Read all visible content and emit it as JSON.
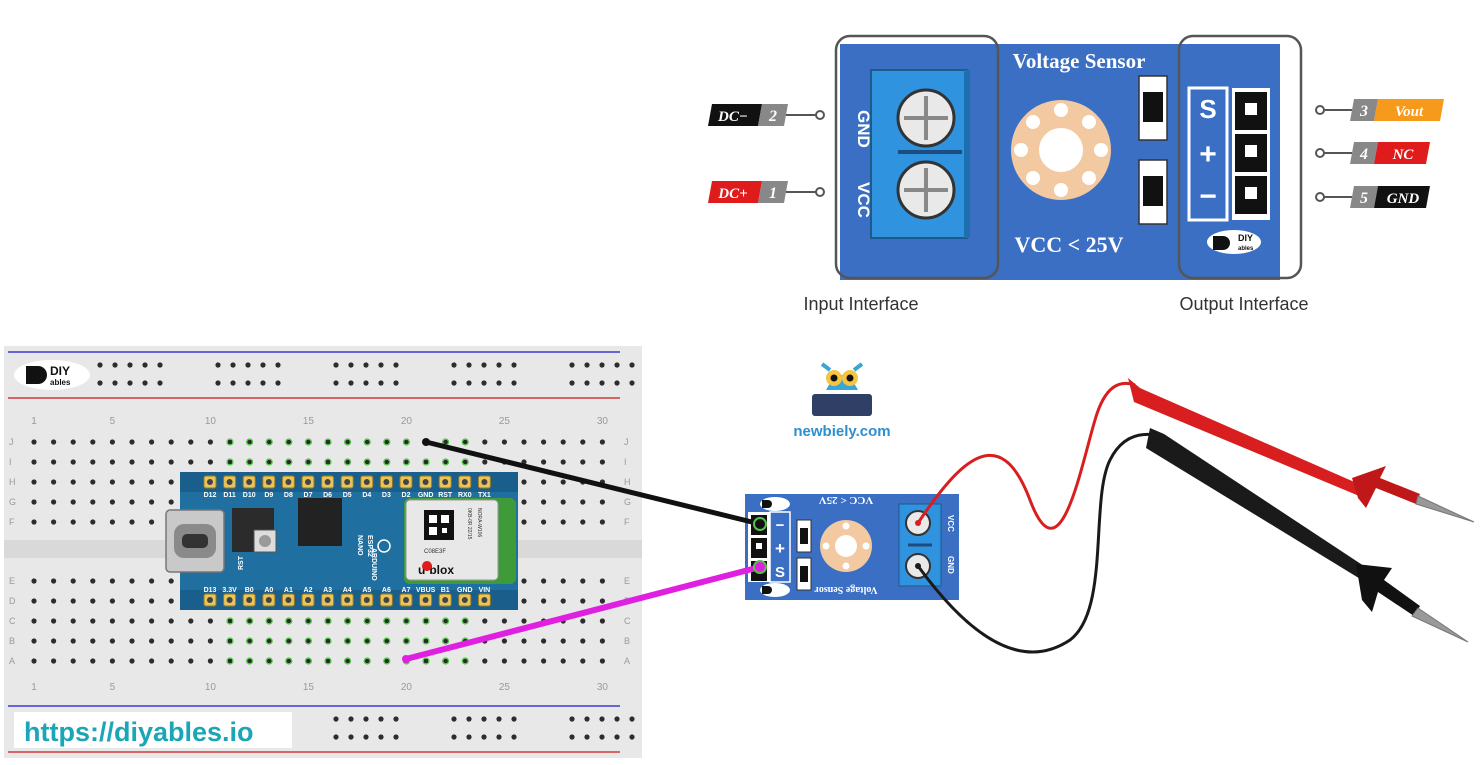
{
  "sensor_big": {
    "title": "Voltage Sensor",
    "rating": "VCC < 25V",
    "input_gnd": "GND",
    "input_vcc": "VCC",
    "out_s": "S",
    "out_plus": "+",
    "out_minus": "−",
    "logo_top": "DIY",
    "logo_bottom": "ables"
  },
  "callouts": {
    "input_interface": "Input Interface",
    "output_interface": "Output Interface"
  },
  "pins_left": [
    {
      "name": "DC−",
      "num": "2",
      "color": "#111111"
    },
    {
      "name": "DC+",
      "num": "1",
      "color": "#e01b1b"
    }
  ],
  "pins_right": [
    {
      "num": "3",
      "name": "Vout",
      "color": "#f59a1c"
    },
    {
      "num": "4",
      "name": "NC",
      "color": "#e01b1b"
    },
    {
      "num": "5",
      "name": "GND",
      "color": "#111111"
    }
  ],
  "breadboard": {
    "logo_top": "DIY",
    "logo_bottom": "ables",
    "url": "https://diyables.io",
    "col_numbers": [
      "1",
      "5",
      "10",
      "15",
      "20",
      "25",
      "30"
    ],
    "row_letters_top": [
      "J",
      "I",
      "H",
      "G",
      "F"
    ],
    "row_letters_bottom": [
      "E",
      "D",
      "C",
      "B",
      "A"
    ]
  },
  "arduino": {
    "top_pins": [
      "D12",
      "D11",
      "D10",
      "D9",
      "D8",
      "D7",
      "D6",
      "D5",
      "D4",
      "D3",
      "D2",
      "GND",
      "RST",
      "RX0",
      "TX1"
    ],
    "bottom_pins": [
      "D13",
      "3.3V",
      "B0",
      "A0",
      "A1",
      "A2",
      "A3",
      "A4",
      "A5",
      "A6",
      "A7",
      "VBUS",
      "B1",
      "GND",
      "VIN"
    ],
    "chip_text": [
      "C08E3F",
      "0KB-0R 22/15",
      "NORA-W106"
    ],
    "ublox": "u·blox",
    "nano": "NANO",
    "esp32": "ESP32",
    "brand": "ARDUINO",
    "rst": "RST"
  },
  "sensor_small": {
    "title": "Voltage Sensor",
    "rating": "VCC < 25V",
    "vcc": "VCC",
    "gnd": "GND",
    "out_minus": "−",
    "out_plus": "+",
    "out_s": "S"
  },
  "newbiely": {
    "text": "newbiely.com"
  },
  "colors": {
    "sensor_blue": "#3b6fc4",
    "terminal_blue": "#2f93df",
    "wire_black": "#111111",
    "wire_magenta": "#e020e0",
    "probe_red": "#d81e1e",
    "probe_black": "#1a1a1a",
    "arduino_board": "#1f6fa0",
    "breadboard": "#e8e8e8",
    "url_color": "#1aa6b7"
  }
}
